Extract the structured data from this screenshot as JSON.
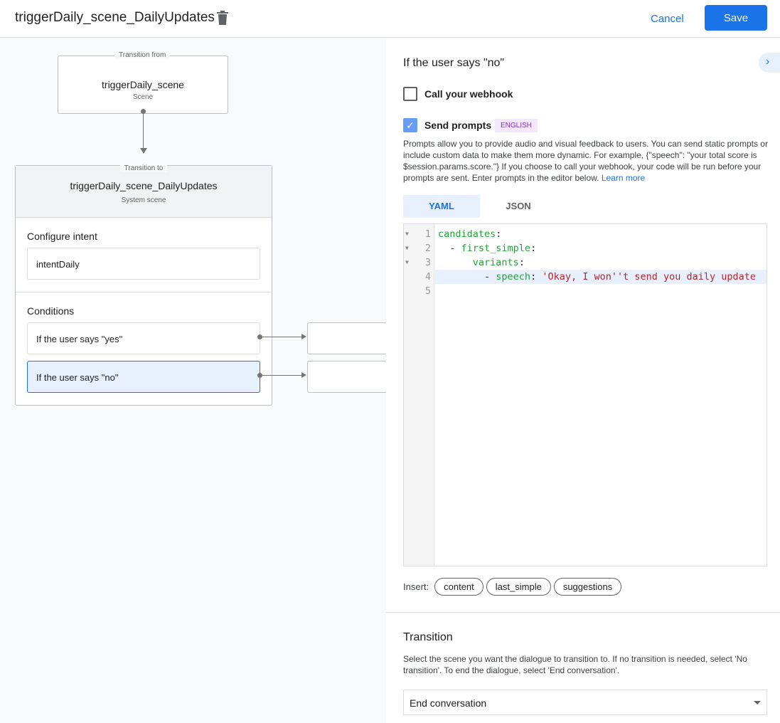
{
  "header": {
    "title": "triggerDaily_scene_DailyUpdates",
    "cancel": "Cancel",
    "save": "Save"
  },
  "canvas": {
    "from": {
      "label": "Transition from",
      "name": "triggerDaily_scene",
      "type": "Scene"
    },
    "to": {
      "label": "Transition to",
      "name": "triggerDaily_scene_DailyUpdates",
      "type": "System scene"
    },
    "intent_heading": "Configure intent",
    "intent": "intentDaily",
    "conditions_heading": "Conditions",
    "conditions": [
      "If the user says \"yes\"",
      "If the user says \"no\""
    ]
  },
  "panel": {
    "title": "If the user says \"no\"",
    "webhook": {
      "label": "Call your webhook",
      "checked": false
    },
    "prompts": {
      "label": "Send prompts",
      "checked": true,
      "badge": "ENGLISH"
    },
    "description": "Prompts allow you to provide audio and visual feedback to users. You can send static prompts or include custom data to make them more dynamic. For example, {\"speech\": \"your total score is $session.params.score.\"} If you choose to call your webhook, your code will be run before your prompts are sent. Enter prompts in the editor below.",
    "learn_more": "Learn more",
    "tabs": [
      "YAML",
      "JSON"
    ],
    "active_tab": "YAML",
    "code": [
      {
        "n": "1",
        "indent": "",
        "key": "candidates",
        "sep": ":",
        "val": ""
      },
      {
        "n": "2",
        "indent": "  - ",
        "key": "first_simple",
        "sep": ":",
        "val": ""
      },
      {
        "n": "3",
        "indent": "      ",
        "key": "variants",
        "sep": ":",
        "val": ""
      },
      {
        "n": "4",
        "indent": "        - ",
        "key": "speech",
        "sep": ": ",
        "val": "'Okay, I won''t send you daily update"
      },
      {
        "n": "5",
        "indent": "",
        "key": "",
        "sep": "",
        "val": ""
      }
    ],
    "insert_label": "Insert:",
    "insert_chips": [
      "content",
      "last_simple",
      "suggestions"
    ],
    "transition": {
      "heading": "Transition",
      "description": "Select the scene you want the dialogue to transition to. If no transition is needed, select 'No transition'. To end the dialogue, select 'End conversation'.",
      "selected": "End conversation"
    }
  },
  "colors": {
    "accent": "#1a73e8",
    "key": "#22a338",
    "string": "#b5262d",
    "badge_bg": "#f3e8fd",
    "badge_fg": "#8430ce"
  }
}
